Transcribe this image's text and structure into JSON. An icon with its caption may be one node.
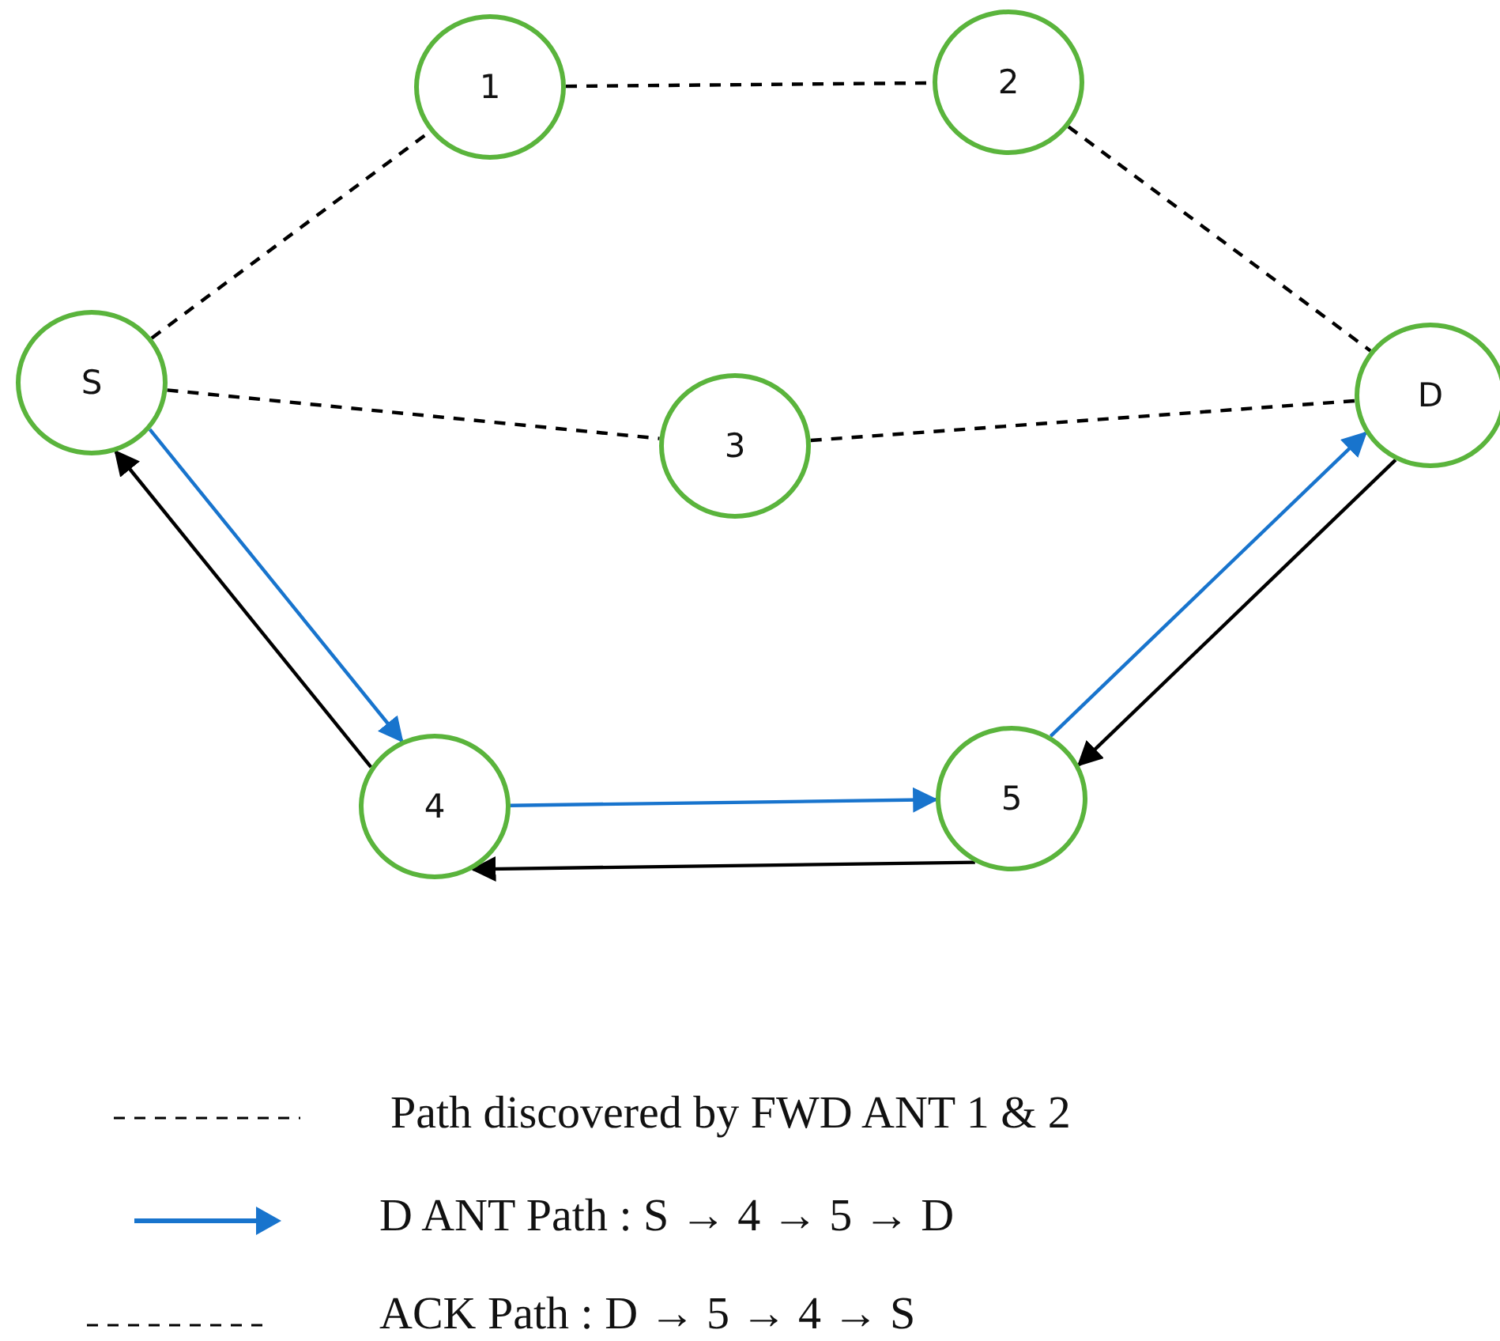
{
  "diagram": {
    "nodes": [
      {
        "text": [
          "1"
        ]
      },
      {
        "text": [
          "2"
        ]
      },
      {
        "text": [
          "S"
        ]
      },
      {
        "text": [
          "3"
        ]
      },
      {
        "text": [
          "D"
        ]
      },
      {
        "text": [
          "4"
        ]
      },
      {
        "text": [
          "5"
        ]
      }
    ],
    "edges": [
      {
        "from": 2,
        "to": 0,
        "arrow": "none",
        "style": "dashed"
      },
      {
        "from": 0,
        "to": 1,
        "arrow": "none",
        "style": "dashed"
      },
      {
        "from": 1,
        "to": 4,
        "arrow": "none",
        "style": "dashed"
      },
      {
        "from": 2,
        "to": 3,
        "arrow": "none",
        "style": "dashed"
      },
      {
        "from": 3,
        "to": 4,
        "arrow": "none",
        "style": "dashed"
      },
      {
        "from": 2,
        "to": 5,
        "arrow": "to",
        "color": "#1874cd"
      },
      {
        "from": 5,
        "to": 6,
        "arrow": "to",
        "color": "#1874cd"
      },
      {
        "from": 6,
        "to": 4,
        "arrow": "to",
        "color": "#1874cd"
      },
      {
        "from": 4,
        "to": 6,
        "arrow": "to"
      },
      {
        "from": 6,
        "to": 5,
        "arrow": "to"
      },
      {
        "from": 5,
        "to": 2,
        "arrow": "to"
      }
    ],
    "legend": [
      {
        "text": "Path discovered by FWD ANT 1 & 2"
      },
      {
        "text": "D ANT Path : S → 4 → 5 → D"
      },
      {
        "text": "ACK Path : D → 5 → 4 → S"
      }
    ]
  }
}
